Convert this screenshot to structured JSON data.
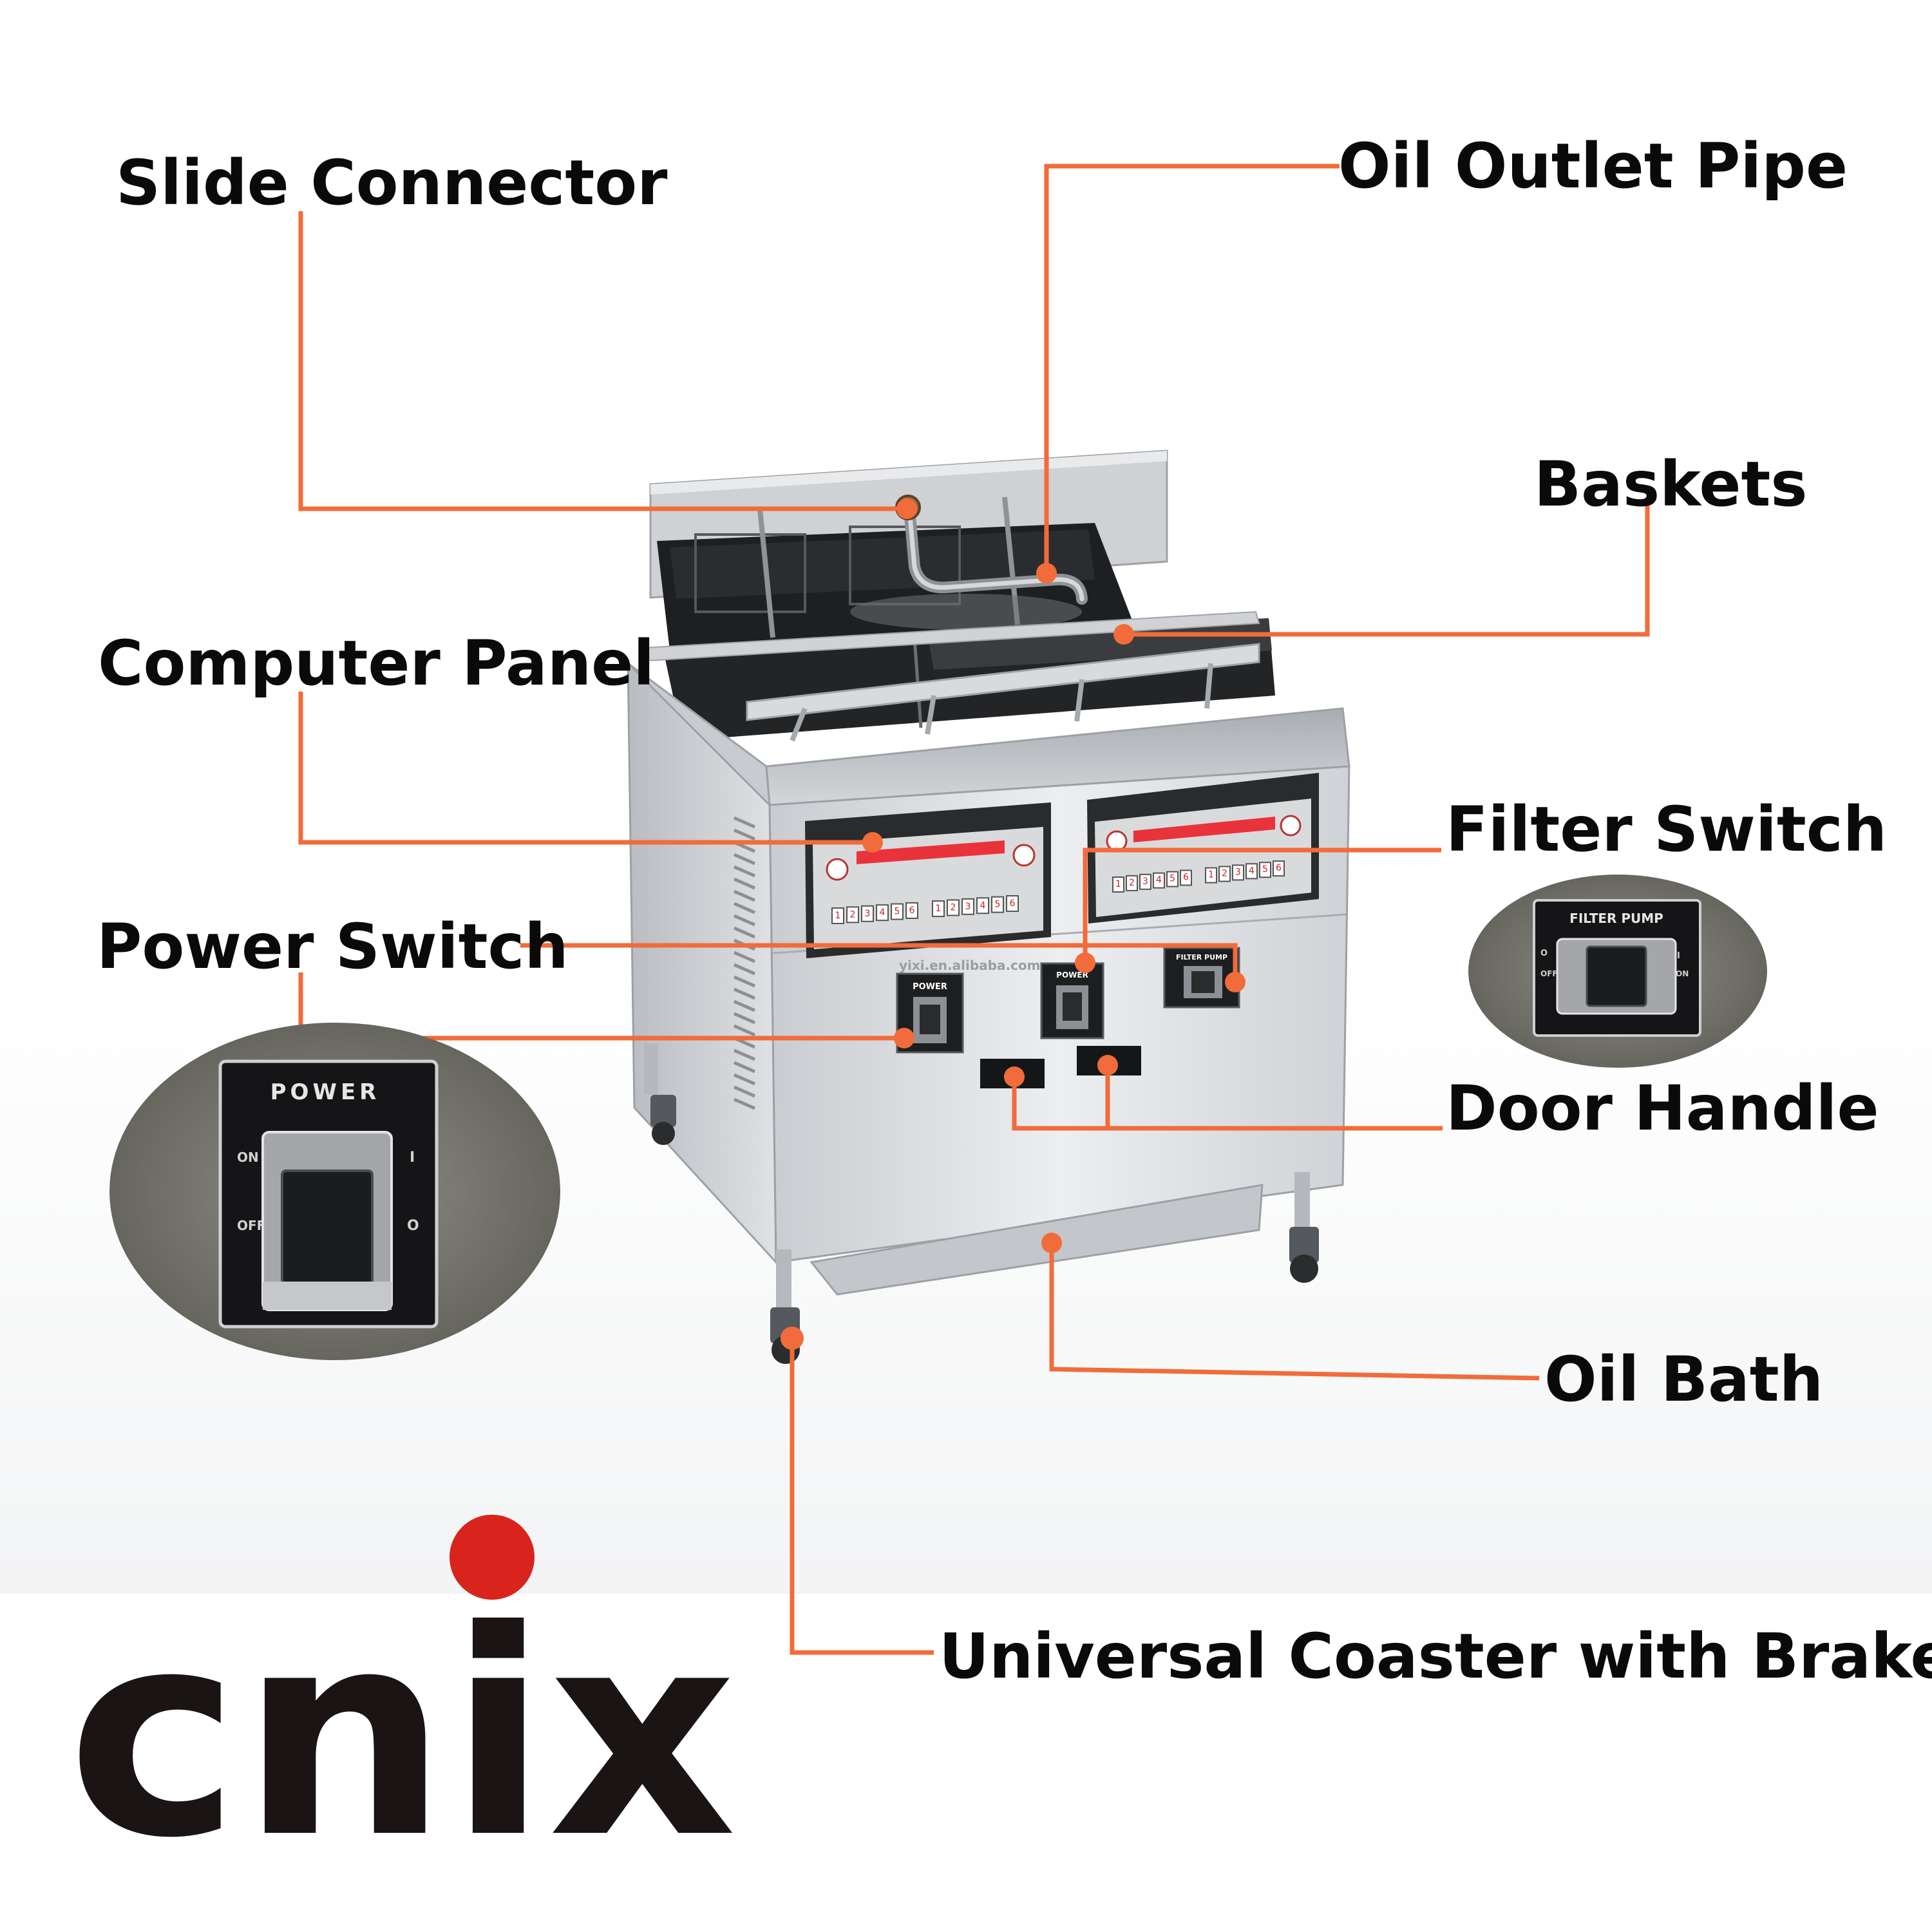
{
  "labels": {
    "slide_connector": "Slide Connector",
    "oil_outlet_pipe": "Oil Outlet Pipe",
    "baskets": "Baskets",
    "computer_panel": "Computer Panel",
    "filter_switch": "Filter Switch",
    "power_switch": "Power Switch",
    "door_handle": "Door Handle",
    "oil_bath": "Oil Bath",
    "universal_coaster": "Universal Coaster with Brake"
  },
  "switch_plates": {
    "power_title": "POWER",
    "filter_title": "FILTER PUMP",
    "on": "ON",
    "off": "OFF",
    "on_symbol": "I",
    "off_symbol": "O"
  },
  "keypad_digits": [
    "1",
    "2",
    "3",
    "4",
    "5",
    "6"
  ],
  "watermark": "yixi.en.alibaba.com",
  "brand": "cnix",
  "colors": {
    "callout": "#f26b3a",
    "brand_dot": "#d8241c",
    "brand_text": "#1a1414",
    "stainless": "#d9dbde",
    "display_red": "#e8333a"
  }
}
